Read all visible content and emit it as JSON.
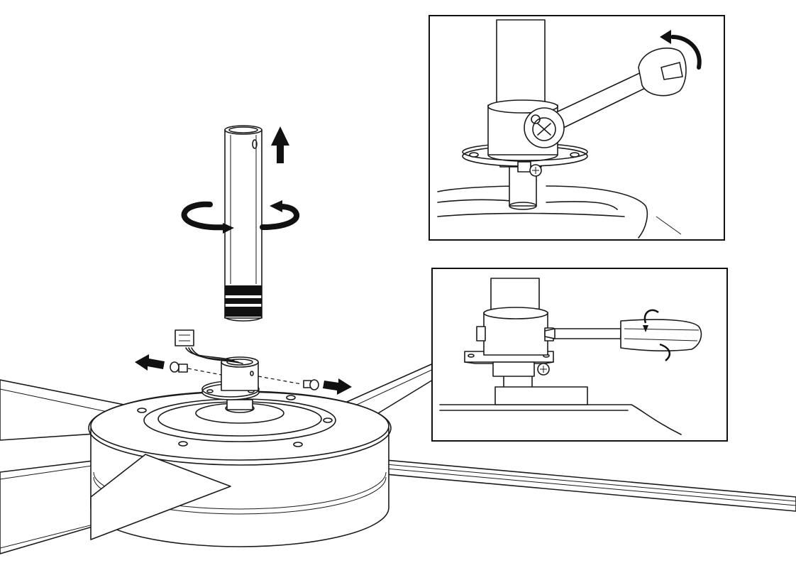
{
  "figure": {
    "subject": "ceiling-fan-downrod-removal",
    "insets": [
      {
        "id": "inset-wrench",
        "tool": "wrench"
      },
      {
        "id": "inset-screwdriver",
        "tool": "screwdriver"
      }
    ],
    "icons": [
      "arrow-up-icon",
      "rotate-icon",
      "arrow-left-icon",
      "arrow-right-icon",
      "rotate-arrow-icon"
    ],
    "colors": {
      "line": "#1a1a1a",
      "fill": "#111111",
      "background": "#ffffff"
    }
  }
}
